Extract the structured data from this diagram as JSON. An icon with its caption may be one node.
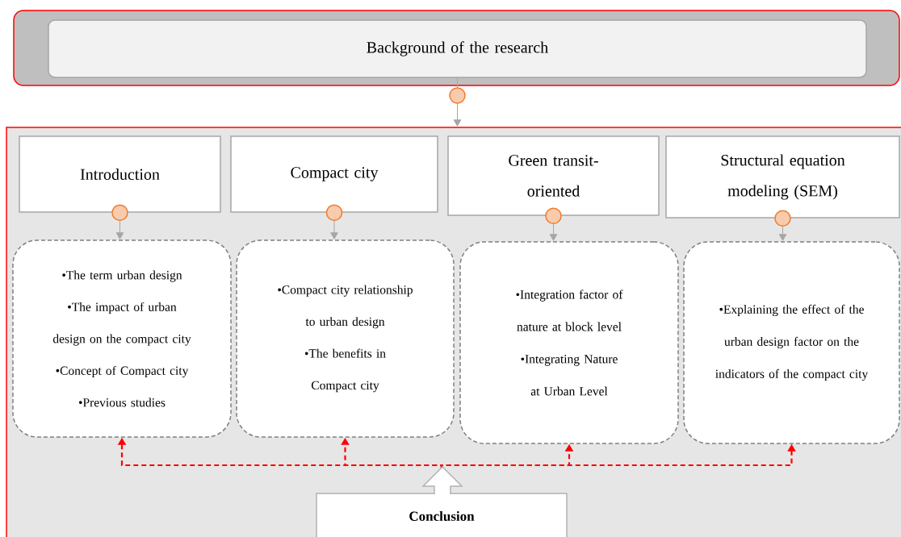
{
  "diagram": {
    "nodes": [
      {
        "text": [
          "Background of the research"
        ]
      },
      {
        "text": [],
        "shape": "box"
      },
      {
        "text": [
          "Introduction"
        ],
        "in": 1
      },
      {
        "text": [
          "Compact city"
        ],
        "in": 1
      },
      {
        "text": [
          "Green transit-oriented"
        ],
        "in": 1
      },
      {
        "text": [
          "Structural equation modeling (SEM)"
        ],
        "in": 1
      },
      {
        "text": [
          "•The term urban design",
          "•The impact of urban design on the compact city",
          "•Concept of Compact city",
          "•Previous studies"
        ],
        "in": 1
      },
      {
        "text": [
          "•Compact city relationship to urban design",
          "•The benefits in Compact city"
        ],
        "in": 1
      },
      {
        "text": [
          "•Integration factor of nature at block level",
          "•Integrating Nature at Urban Level"
        ],
        "in": 1
      },
      {
        "text": [
          "•Explaining the effect of the urban design factor on the indicators of the compact city"
        ],
        "in": 1
      },
      {
        "text": [
          "Conclusion"
        ],
        "in": 1
      }
    ],
    "edges": [
      {
        "from": 0,
        "to": 1,
        "arrow": "to"
      },
      {
        "from": 2,
        "to": 6,
        "arrow": "to"
      },
      {
        "from": 3,
        "to": 7,
        "arrow": "to"
      },
      {
        "from": 4,
        "to": 8,
        "arrow": "to"
      },
      {
        "from": 5,
        "to": 9,
        "arrow": "to"
      },
      {
        "from": 10,
        "to": 6,
        "arrow": "to",
        "style": "dashed",
        "color": "#ff0000"
      },
      {
        "from": 10,
        "to": 7,
        "arrow": "to",
        "style": "dashed",
        "color": "#ff0000"
      },
      {
        "from": 10,
        "to": 8,
        "arrow": "to",
        "style": "dashed",
        "color": "#ff0000"
      },
      {
        "from": 10,
        "to": 9,
        "arrow": "to",
        "style": "dashed",
        "color": "#ff0000"
      }
    ]
  }
}
